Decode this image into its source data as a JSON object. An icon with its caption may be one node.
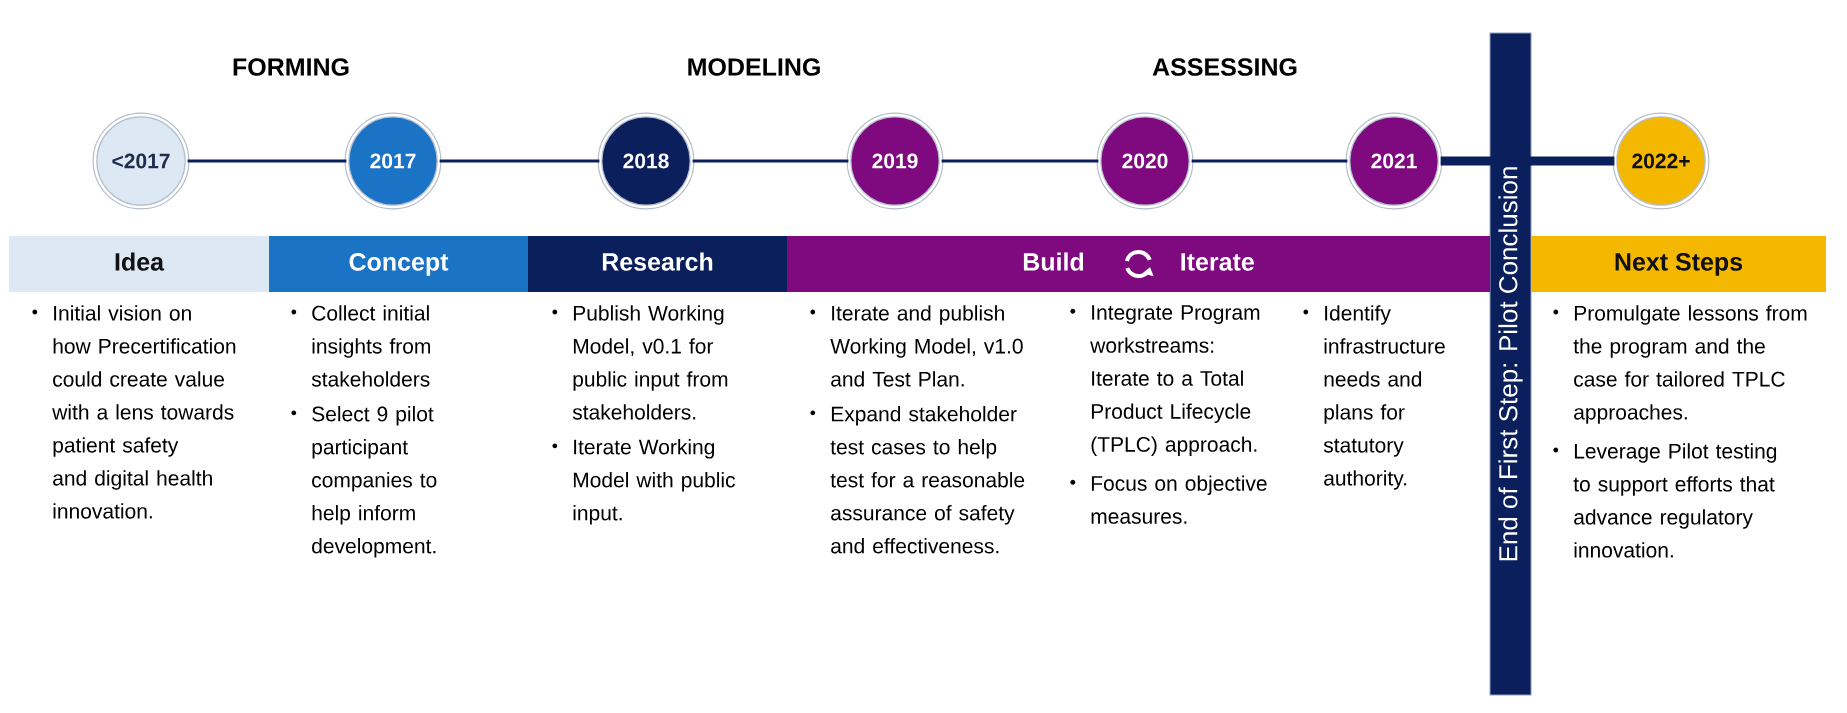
{
  "diagram": {
    "nodes": [
      {
        "text": [
          "<2017"
        ]
      },
      {
        "text": [
          "2017"
        ]
      },
      {
        "text": [
          "2018"
        ]
      },
      {
        "text": [
          "2019"
        ]
      },
      {
        "text": [
          "2020"
        ]
      },
      {
        "text": [
          "2021"
        ]
      },
      {
        "text": [
          "2022+"
        ]
      },
      {
        "text": [
          "End of First Step: Pilot Conclusion"
        ]
      },
      {
        "text": [
          "Idea"
        ],
        "beside": [
          "Initial vision on how Precertification could create value with a lens towards patient safety and digital health innovation."
        ]
      },
      {
        "text": [
          "Concept"
        ],
        "beside": [
          "Collect initial insights from stakeholders",
          "Select 9 pilot participant companies to help inform development."
        ]
      },
      {
        "text": [
          "Research"
        ],
        "beside": [
          "Publish Working Model, v0.1 for public input from stakeholders.",
          "Iterate Working Model with public input."
        ]
      },
      {
        "text": [
          "Build",
          "Iterate"
        ],
        "beside": [
          "Iterate and publish Working Model, v1.0 and Test Plan.",
          "Expand stakeholder test cases to help test for a reasonable assurance of safety and effectiveness.",
          "Integrate Program workstreams: Iterate to a Total Product Lifecycle (TPLC) approach.",
          "Focus on objective measures.",
          "Identify infrastructure needs and plans for statutory authority."
        ]
      },
      {
        "text": [
          "Next Steps"
        ],
        "beside": [
          "Promulgate lessons from the program and the case for tailored TPLC approaches.",
          "Leverage Pilot testing to support efforts that advance regulatory innovation."
        ]
      }
    ],
    "edges": [
      {
        "from": 0,
        "to": 1,
        "arrow": "none"
      },
      {
        "from": 1,
        "to": 2,
        "arrow": "none"
      },
      {
        "from": 2,
        "to": 3,
        "arrow": "none"
      },
      {
        "from": 3,
        "to": 4,
        "arrow": "none"
      },
      {
        "from": 4,
        "to": 5,
        "arrow": "none"
      },
      {
        "from": 5,
        "to": 7,
        "arrow": "none",
        "style": "thick"
      },
      {
        "from": 7,
        "to": 6,
        "arrow": "none",
        "style": "thick"
      }
    ],
    "labels": [
      "FORMING",
      "MODELING",
      "ASSESSING"
    ]
  }
}
